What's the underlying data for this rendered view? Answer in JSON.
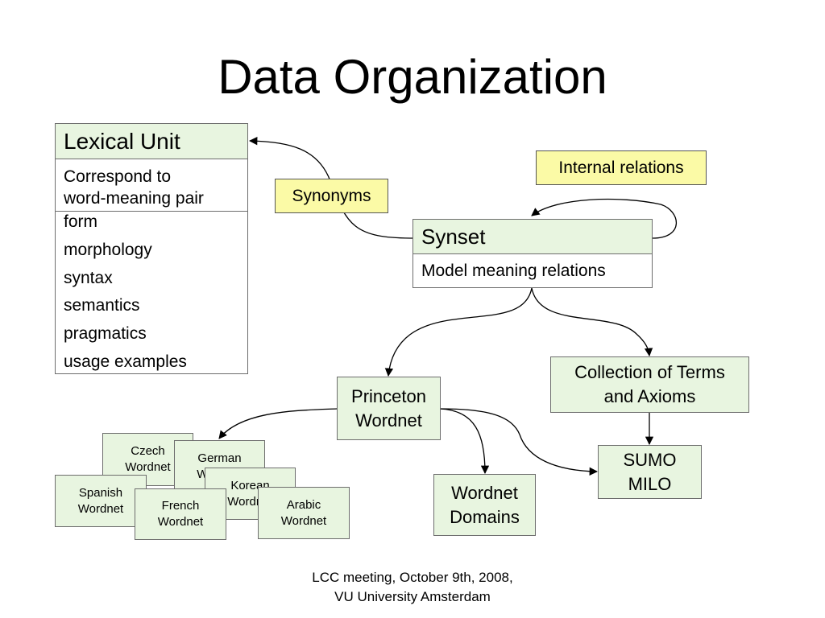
{
  "slide": {
    "title": "Data Organization",
    "footer": [
      "LCC meeting, October 9th, 2008,",
      "VU University Amsterdam"
    ]
  },
  "lexical_unit": {
    "header": "Lexical Unit",
    "description_lines": [
      "Correspond to",
      "word-meaning pair"
    ],
    "properties": [
      "form",
      "morphology",
      "syntax",
      "semantics",
      "pragmatics",
      "usage examples"
    ]
  },
  "relations": {
    "synonyms": "Synonyms",
    "internal": "Internal relations"
  },
  "synset": {
    "header": "Synset",
    "description": "Model meaning relations"
  },
  "princeton": [
    "Princeton",
    "Wordnet"
  ],
  "collection": [
    "Collection of Terms",
    "and Axioms"
  ],
  "sumo": [
    "SUMO",
    "MILO"
  ],
  "domains": [
    "Wordnet",
    "Domains"
  ],
  "wordnets": {
    "czech": [
      "Czech",
      "Wordnet"
    ],
    "german": [
      "German",
      "Wordnet"
    ],
    "spanish": [
      "Spanish",
      "Wordnet"
    ],
    "korean": [
      "Korean",
      "Wordnet"
    ],
    "french": [
      "French",
      "Wordnet"
    ],
    "arabic": [
      "Arabic",
      "Wordnet"
    ]
  },
  "colors": {
    "box_green": "#e8f5e0",
    "label_yellow": "#fbfaa6",
    "border": "#6d6d6d"
  }
}
